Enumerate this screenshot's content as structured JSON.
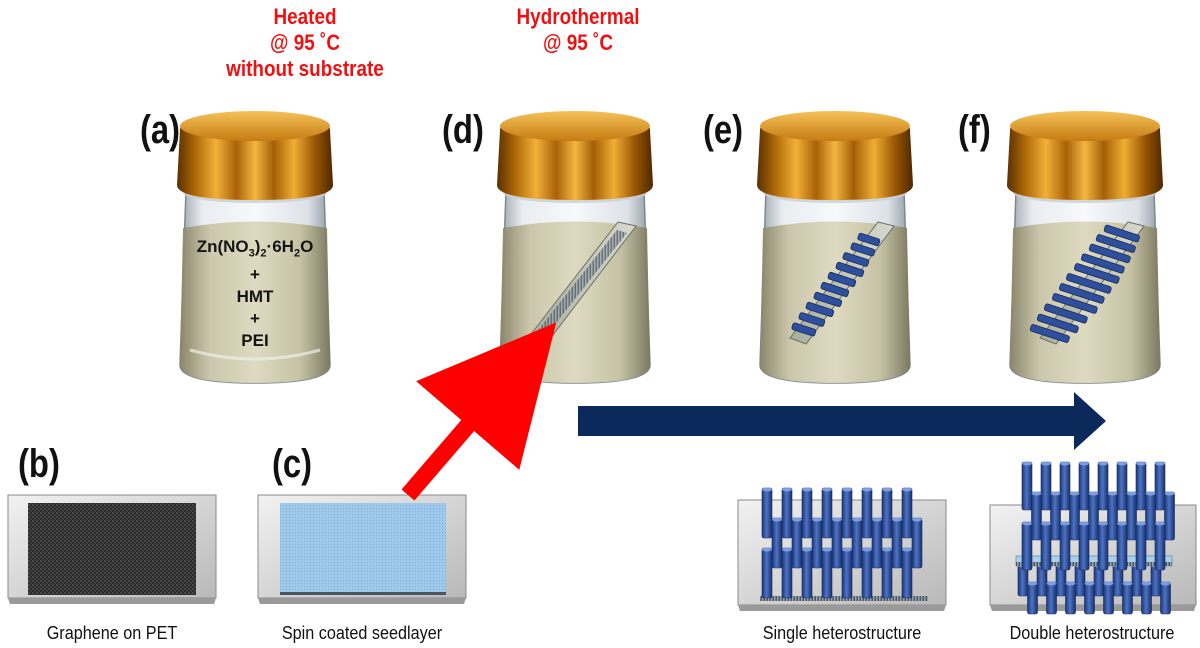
{
  "conditions": {
    "heated": [
      "Heated",
      "@ 95 ˚C",
      "without substrate"
    ],
    "hydrothermal": [
      "Hydrothermal",
      "@ 95 ˚C"
    ]
  },
  "panel_labels": {
    "a": "(a)",
    "b": "(b)",
    "c": "(c)",
    "d": "(d)",
    "e": "(e)",
    "f": "(f)"
  },
  "jar_contents": {
    "zn": "Zn(NO",
    "zn_sub1": "3",
    "zn_mid": ")",
    "zn_sub2": "2",
    "zn_dot": "·6H",
    "zn_sub3": "2",
    "zn_end": "O",
    "plus1": "+",
    "hmt": "HMT",
    "plus2": "+",
    "pei": "PEI"
  },
  "captions": {
    "b": "Graphene on PET",
    "c": "Spin coated seedlayer",
    "single": "Single heterostructure",
    "double": "Double heterostructure"
  },
  "colors": {
    "condition_text": "#ee1111",
    "red_arrow": "#ff0000",
    "navy_arrow": "#0b2a5b",
    "cap": "#d98a1a",
    "nanorod": "#2d4f9c"
  }
}
